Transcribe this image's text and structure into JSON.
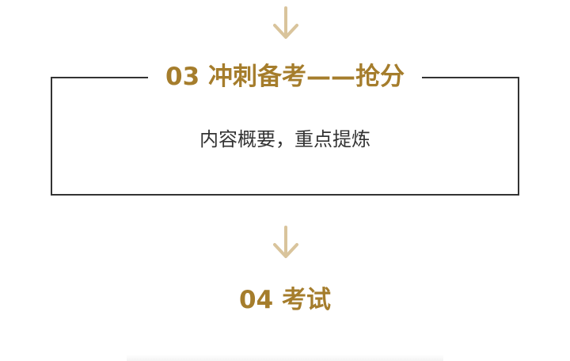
{
  "colors": {
    "accent": "#a57d2c",
    "arrow": "#d9c49c",
    "border": "#333333",
    "body_text": "#333333"
  },
  "steps": [
    {
      "title": "03 冲刺备考——抢分",
      "description": "内容概要，重点提炼"
    },
    {
      "title": "04 考试"
    }
  ],
  "icons": {
    "connector": "arrow-down-icon"
  }
}
